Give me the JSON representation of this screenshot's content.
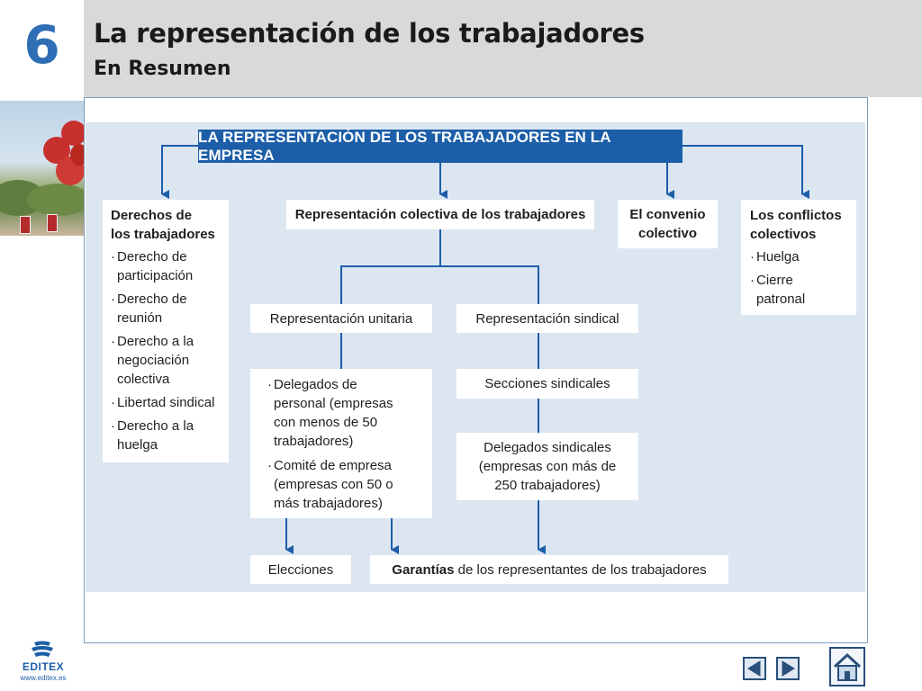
{
  "header": {
    "chapter_number": "6",
    "title": "La representación de los trabajadores",
    "subtitle": "En Resumen"
  },
  "diagram": {
    "root": "LA REPRESENTACIÓN DE LOS TRABAJADORES EN LA EMPRESA",
    "derechos": {
      "title_line1": "Derechos de",
      "title_line2": "los trabajadores",
      "items": [
        [
          "Derecho de",
          "participación"
        ],
        [
          "Derecho de",
          "reunión"
        ],
        [
          "Derecho a la",
          "negociación",
          "colectiva"
        ],
        [
          "Libertad sindical"
        ],
        [
          "Derecho a la",
          "huelga"
        ]
      ]
    },
    "colectiva": "Representación colectiva de los trabajadores",
    "convenio": [
      "El convenio",
      "colectivo"
    ],
    "conflictos": {
      "title_line1": "Los conflictos",
      "title_line2": "colectivos",
      "items": [
        [
          "Huelga"
        ],
        [
          "Cierre",
          "patronal"
        ]
      ]
    },
    "unitaria": "Representación unitaria",
    "sindical": "Representación sindical",
    "unitaria_detail": {
      "items": [
        [
          "Delegados de",
          "personal (empresas",
          "con menos de 50",
          "trabajadores)"
        ],
        [
          "Comité de empresa",
          "(empresas con 50 o",
          "más trabajadores)"
        ]
      ]
    },
    "secciones": "Secciones sindicales",
    "delegados_sindicales": [
      "Delegados sindicales",
      "(empresas con más de",
      "250 trabajadores)"
    ],
    "elecciones": "Elecciones",
    "garantias_bold": "Garantías",
    "garantias_rest": " de los representantes de los trabajadores"
  },
  "footer": {
    "logo_text": "EDITEX",
    "logo_url": "www.editex.es",
    "prev_icon": "prev-arrow-icon",
    "next_icon": "next-arrow-icon",
    "home_icon": "home-icon"
  },
  "colors": {
    "accent": "#1c5ea8",
    "diagram_bg": "#dce6f1",
    "header_bg": "#d9d9d9",
    "chapter_number": "#2e6eb5"
  }
}
